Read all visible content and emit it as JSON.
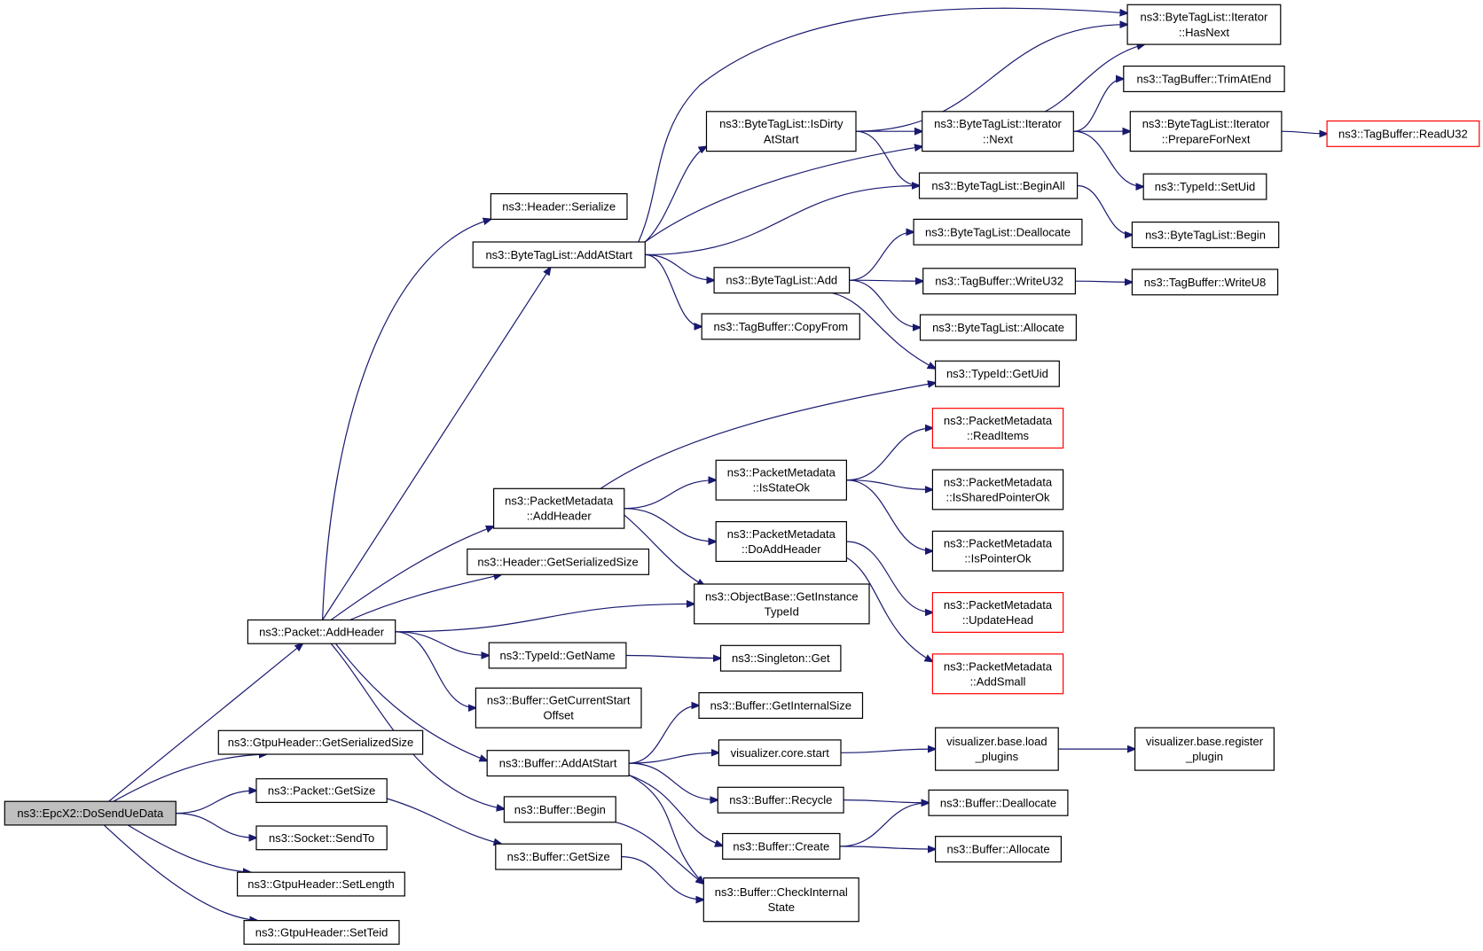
{
  "graph": {
    "root": "ns3::EpcX2::DoSendUeData",
    "colors": {
      "edge": "#191970",
      "node_border": "#000000",
      "truncated_border": "#ff0000",
      "root_fill": "#bfbfbf"
    },
    "nodes": [
      {
        "id": "root",
        "lines": [
          "ns3::EpcX2::DoSendUeData"
        ],
        "kind": "root"
      },
      {
        "id": "pkt_addheader",
        "lines": [
          "ns3::Packet::AddHeader"
        ]
      },
      {
        "id": "gtpu_getsersize",
        "lines": [
          "ns3::GtpuHeader::GetSerializedSize"
        ]
      },
      {
        "id": "pkt_getsize",
        "lines": [
          "ns3::Packet::GetSize"
        ]
      },
      {
        "id": "socket_sendto",
        "lines": [
          "ns3::Socket::SendTo"
        ]
      },
      {
        "id": "gtpu_setlength",
        "lines": [
          "ns3::GtpuHeader::SetLength"
        ]
      },
      {
        "id": "gtpu_setteid",
        "lines": [
          "ns3::GtpuHeader::SetTeid"
        ]
      },
      {
        "id": "hdr_serialize",
        "lines": [
          "ns3::Header::Serialize"
        ]
      },
      {
        "id": "btl_addatstart",
        "lines": [
          "ns3::ByteTagList::AddAtStart"
        ]
      },
      {
        "id": "pm_addheader",
        "lines": [
          "ns3::PacketMetadata",
          "::AddHeader"
        ]
      },
      {
        "id": "hdr_getsersize",
        "lines": [
          "ns3::Header::GetSerializedSize"
        ]
      },
      {
        "id": "typeid_getname",
        "lines": [
          "ns3::TypeId::GetName"
        ]
      },
      {
        "id": "buf_getcurstart",
        "lines": [
          "ns3::Buffer::GetCurrentStart",
          "Offset"
        ]
      },
      {
        "id": "buf_addatstart",
        "lines": [
          "ns3::Buffer::AddAtStart"
        ]
      },
      {
        "id": "buf_begin",
        "lines": [
          "ns3::Buffer::Begin"
        ]
      },
      {
        "id": "buf_getsize",
        "lines": [
          "ns3::Buffer::GetSize"
        ]
      },
      {
        "id": "btl_isdirty",
        "lines": [
          "ns3::ByteTagList::IsDirty",
          "AtStart"
        ]
      },
      {
        "id": "btl_add",
        "lines": [
          "ns3::ByteTagList::Add"
        ]
      },
      {
        "id": "tb_copyfrom",
        "lines": [
          "ns3::TagBuffer::CopyFrom"
        ]
      },
      {
        "id": "pm_isstateok",
        "lines": [
          "ns3::PacketMetadata",
          "::IsStateOk"
        ]
      },
      {
        "id": "pm_doaddheader",
        "lines": [
          "ns3::PacketMetadata",
          "::DoAddHeader"
        ]
      },
      {
        "id": "ob_getinstance",
        "lines": [
          "ns3::ObjectBase::GetInstance",
          "TypeId"
        ]
      },
      {
        "id": "singleton_get",
        "lines": [
          "ns3::Singleton::Get"
        ]
      },
      {
        "id": "buf_getinternalsize",
        "lines": [
          "ns3::Buffer::GetInternalSize"
        ]
      },
      {
        "id": "vis_core_start",
        "lines": [
          "visualizer.core.start"
        ]
      },
      {
        "id": "buf_recycle",
        "lines": [
          "ns3::Buffer::Recycle"
        ]
      },
      {
        "id": "buf_create",
        "lines": [
          "ns3::Buffer::Create"
        ]
      },
      {
        "id": "buf_checkinternal",
        "lines": [
          "ns3::Buffer::CheckInternal",
          "State"
        ]
      },
      {
        "id": "btl_it_hasnext",
        "lines": [
          "ns3::ByteTagList::Iterator",
          "::HasNext"
        ]
      },
      {
        "id": "tb_trimatend",
        "lines": [
          "ns3::TagBuffer::TrimAtEnd"
        ]
      },
      {
        "id": "btl_it_next",
        "lines": [
          "ns3::ByteTagList::Iterator",
          "::Next"
        ]
      },
      {
        "id": "btl_it_prepare",
        "lines": [
          "ns3::ByteTagList::Iterator",
          "::PrepareForNext"
        ]
      },
      {
        "id": "tb_readu32",
        "lines": [
          "ns3::TagBuffer::ReadU32"
        ],
        "kind": "truncated"
      },
      {
        "id": "typeid_setuid",
        "lines": [
          "ns3::TypeId::SetUid"
        ]
      },
      {
        "id": "btl_beginall",
        "lines": [
          "ns3::ByteTagList::BeginAll"
        ]
      },
      {
        "id": "btl_begin",
        "lines": [
          "ns3::ByteTagList::Begin"
        ]
      },
      {
        "id": "btl_deallocate",
        "lines": [
          "ns3::ByteTagList::Deallocate"
        ]
      },
      {
        "id": "tb_writeu32",
        "lines": [
          "ns3::TagBuffer::WriteU32"
        ]
      },
      {
        "id": "tb_writeu8",
        "lines": [
          "ns3::TagBuffer::WriteU8"
        ]
      },
      {
        "id": "btl_allocate",
        "lines": [
          "ns3::ByteTagList::Allocate"
        ]
      },
      {
        "id": "typeid_getuid",
        "lines": [
          "ns3::TypeId::GetUid"
        ]
      },
      {
        "id": "pm_readitems",
        "lines": [
          "ns3::PacketMetadata",
          "::ReadItems"
        ],
        "kind": "truncated"
      },
      {
        "id": "pm_issharedptrok",
        "lines": [
          "ns3::PacketMetadata",
          "::IsSharedPointerOk"
        ]
      },
      {
        "id": "pm_ispointerok",
        "lines": [
          "ns3::PacketMetadata",
          "::IsPointerOk"
        ]
      },
      {
        "id": "pm_updatehead",
        "lines": [
          "ns3::PacketMetadata",
          "::UpdateHead"
        ],
        "kind": "truncated"
      },
      {
        "id": "pm_addsmall",
        "lines": [
          "ns3::PacketMetadata",
          "::AddSmall"
        ],
        "kind": "truncated"
      },
      {
        "id": "vis_load_plugins",
        "lines": [
          "visualizer.base.load",
          "_plugins"
        ]
      },
      {
        "id": "vis_register_plugin",
        "lines": [
          "visualizer.base.register",
          "_plugin"
        ]
      },
      {
        "id": "buf_deallocate",
        "lines": [
          "ns3::Buffer::Deallocate"
        ]
      },
      {
        "id": "buf_allocate",
        "lines": [
          "ns3::Buffer::Allocate"
        ]
      }
    ],
    "edges": [
      [
        "root",
        "pkt_addheader"
      ],
      [
        "root",
        "gtpu_getsersize"
      ],
      [
        "root",
        "pkt_getsize"
      ],
      [
        "root",
        "socket_sendto"
      ],
      [
        "root",
        "gtpu_setlength"
      ],
      [
        "root",
        "gtpu_setteid"
      ],
      [
        "pkt_addheader",
        "hdr_serialize"
      ],
      [
        "pkt_addheader",
        "btl_addatstart"
      ],
      [
        "pkt_addheader",
        "pm_addheader"
      ],
      [
        "pkt_addheader",
        "hdr_getsersize"
      ],
      [
        "pkt_addheader",
        "ob_getinstance"
      ],
      [
        "pkt_addheader",
        "typeid_getname"
      ],
      [
        "pkt_addheader",
        "buf_getcurstart"
      ],
      [
        "pkt_addheader",
        "buf_addatstart"
      ],
      [
        "pkt_addheader",
        "buf_begin"
      ],
      [
        "pkt_getsize",
        "buf_getsize"
      ],
      [
        "btl_addatstart",
        "btl_it_hasnext"
      ],
      [
        "btl_addatstart",
        "btl_isdirty"
      ],
      [
        "btl_addatstart",
        "btl_it_next"
      ],
      [
        "btl_addatstart",
        "btl_beginall"
      ],
      [
        "btl_addatstart",
        "btl_add"
      ],
      [
        "btl_addatstart",
        "tb_copyfrom"
      ],
      [
        "btl_isdirty",
        "btl_it_hasnext"
      ],
      [
        "btl_isdirty",
        "btl_it_next"
      ],
      [
        "btl_isdirty",
        "btl_beginall"
      ],
      [
        "btl_it_next",
        "btl_it_hasnext"
      ],
      [
        "btl_it_next",
        "tb_trimatend"
      ],
      [
        "btl_it_next",
        "btl_it_prepare"
      ],
      [
        "btl_it_next",
        "typeid_setuid"
      ],
      [
        "btl_it_prepare",
        "tb_readu32"
      ],
      [
        "btl_beginall",
        "btl_begin"
      ],
      [
        "btl_add",
        "btl_deallocate"
      ],
      [
        "btl_add",
        "tb_writeu32"
      ],
      [
        "btl_add",
        "btl_allocate"
      ],
      [
        "btl_add",
        "typeid_getuid"
      ],
      [
        "tb_writeu32",
        "tb_writeu8"
      ],
      [
        "pm_addheader",
        "typeid_getuid"
      ],
      [
        "pm_addheader",
        "pm_isstateok"
      ],
      [
        "pm_addheader",
        "pm_doaddheader"
      ],
      [
        "pm_addheader",
        "ob_getinstance"
      ],
      [
        "pm_isstateok",
        "pm_readitems"
      ],
      [
        "pm_isstateok",
        "pm_issharedptrok"
      ],
      [
        "pm_isstateok",
        "pm_ispointerok"
      ],
      [
        "pm_doaddheader",
        "pm_updatehead"
      ],
      [
        "pm_doaddheader",
        "pm_addsmall"
      ],
      [
        "typeid_getname",
        "singleton_get"
      ],
      [
        "buf_addatstart",
        "buf_getinternalsize"
      ],
      [
        "buf_addatstart",
        "vis_core_start"
      ],
      [
        "buf_addatstart",
        "buf_recycle"
      ],
      [
        "buf_addatstart",
        "buf_create"
      ],
      [
        "buf_addatstart",
        "buf_checkinternal"
      ],
      [
        "vis_core_start",
        "vis_load_plugins"
      ],
      [
        "vis_load_plugins",
        "vis_register_plugin"
      ],
      [
        "buf_recycle",
        "buf_deallocate"
      ],
      [
        "buf_create",
        "buf_deallocate"
      ],
      [
        "buf_create",
        "buf_allocate"
      ],
      [
        "buf_begin",
        "buf_checkinternal"
      ],
      [
        "buf_getsize",
        "buf_checkinternal"
      ]
    ]
  }
}
